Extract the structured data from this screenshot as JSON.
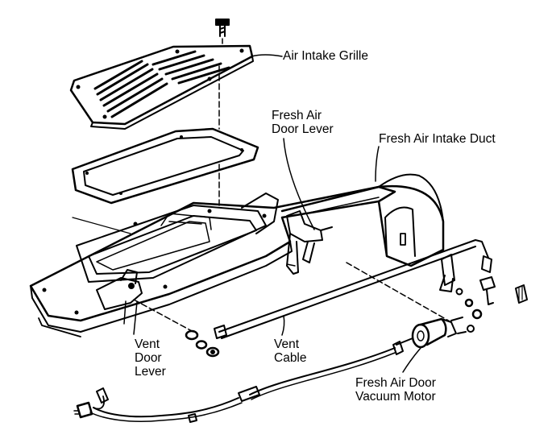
{
  "labels": {
    "air_intake_grille": "Air Intake Grille",
    "fresh_air_door_lever": [
      "Fresh Air",
      "Door Lever"
    ],
    "fresh_air_intake_duct": "Fresh Air Intake Duct",
    "vent_door_lever": [
      "Vent",
      "Door",
      "Lever"
    ],
    "vent_cable": [
      "Vent",
      "Cable"
    ],
    "fresh_air_door_vacuum_motor": [
      "Fresh Air Door",
      "Vacuum Motor"
    ]
  },
  "colors": {
    "ink": "#000000",
    "paper": "#ffffff"
  }
}
